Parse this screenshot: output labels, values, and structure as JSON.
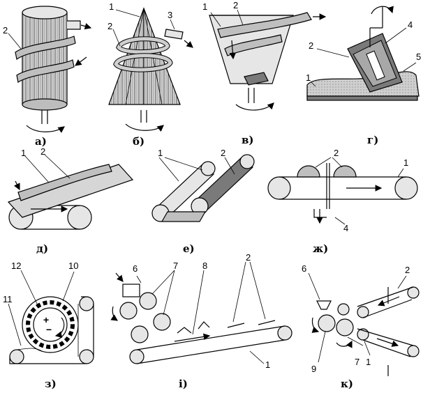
{
  "panels": {
    "a": {
      "label": "а)",
      "callouts": [
        "2"
      ]
    },
    "b": {
      "label": "б)",
      "callouts": [
        "1",
        "2",
        "3"
      ]
    },
    "v": {
      "label": "в)",
      "callouts": [
        "1",
        "2"
      ]
    },
    "g": {
      "label": "г)",
      "callouts": [
        "1",
        "2",
        "4",
        "5"
      ]
    },
    "d": {
      "label": "д)",
      "callouts": [
        "1",
        "2"
      ]
    },
    "e": {
      "label": "е)",
      "callouts": [
        "1",
        "2"
      ]
    },
    "zh": {
      "label": "ж)",
      "callouts": [
        "1",
        "2",
        "4"
      ]
    },
    "z": {
      "label": "з)",
      "callouts": [
        "12",
        "10",
        "11"
      ]
    },
    "i": {
      "label": "і)",
      "callouts": [
        "6",
        "7",
        "8",
        "2",
        "1"
      ]
    },
    "k": {
      "label": "к)",
      "callouts": [
        "6",
        "2",
        "9",
        "7",
        "1"
      ]
    }
  }
}
